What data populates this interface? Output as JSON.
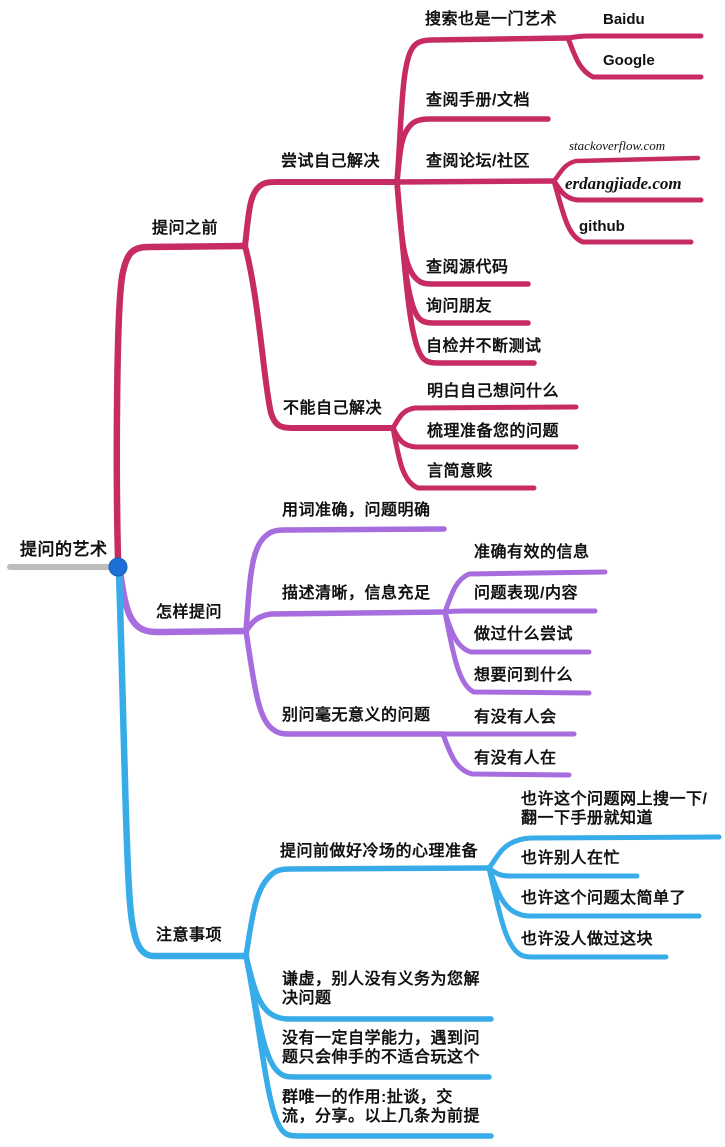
{
  "mindmap": {
    "root": "提问的艺术",
    "branches": [
      {
        "label": "提问之前",
        "color": "#C72B64",
        "children": [
          {
            "label": "尝试自己解决",
            "children": [
              {
                "label": "搜索也是一门艺术",
                "children": [
                  {
                    "label": "Baidu"
                  },
                  {
                    "label": "Google"
                  }
                ]
              },
              {
                "label": "查阅手册/文档"
              },
              {
                "label": "查阅论坛/社区",
                "children": [
                  {
                    "label": "stackoverflow.com"
                  },
                  {
                    "label": "erdangjiade.com"
                  },
                  {
                    "label": "github"
                  }
                ]
              },
              {
                "label": "查阅源代码"
              },
              {
                "label": "询问朋友"
              },
              {
                "label": "自检并不断测试"
              }
            ]
          },
          {
            "label": "不能自己解决",
            "children": [
              {
                "label": "明白自己想问什么"
              },
              {
                "label": "梳理准备您的问题"
              },
              {
                "label": "言简意赅"
              }
            ]
          }
        ]
      },
      {
        "label": "怎样提问",
        "color": "#A76CDE",
        "children": [
          {
            "label": "用词准确，问题明确"
          },
          {
            "label": "描述清晰，信息充足",
            "children": [
              {
                "label": "准确有效的信息"
              },
              {
                "label": "问题表现/内容"
              },
              {
                "label": "做过什么尝试"
              },
              {
                "label": "想要问到什么"
              }
            ]
          },
          {
            "label": "别问毫无意义的问题",
            "children": [
              {
                "label": "有没有人会"
              },
              {
                "label": "有没有人在"
              }
            ]
          }
        ]
      },
      {
        "label": "注意事项",
        "color": "#38ACE8",
        "children": [
          {
            "label": "提问前做好冷场的心理准备",
            "children": [
              {
                "label": "也许这个问题网上搜一下/\n翻一下手册就知道"
              },
              {
                "label": "也许别人在忙"
              },
              {
                "label": "也许这个问题太简单了"
              },
              {
                "label": "也许没人做过这块"
              }
            ]
          },
          {
            "label": "谦虚，别人没有义务为您解\n决问题"
          },
          {
            "label": "没有一定自学能力，遇到问\n题只会伸手的不适合玩这个"
          },
          {
            "label": "群唯一的作用:扯谈，交\n流，分享。以上几条为前提"
          }
        ]
      }
    ]
  },
  "palette": {
    "branch_before": "#C72B64",
    "branch_how": "#A76CDE",
    "branch_notes": "#38ACE8",
    "root_dot": "#1B6FD6",
    "root_line": "#BDBDBD",
    "text": "#111111",
    "background": "#FFFFFF"
  }
}
